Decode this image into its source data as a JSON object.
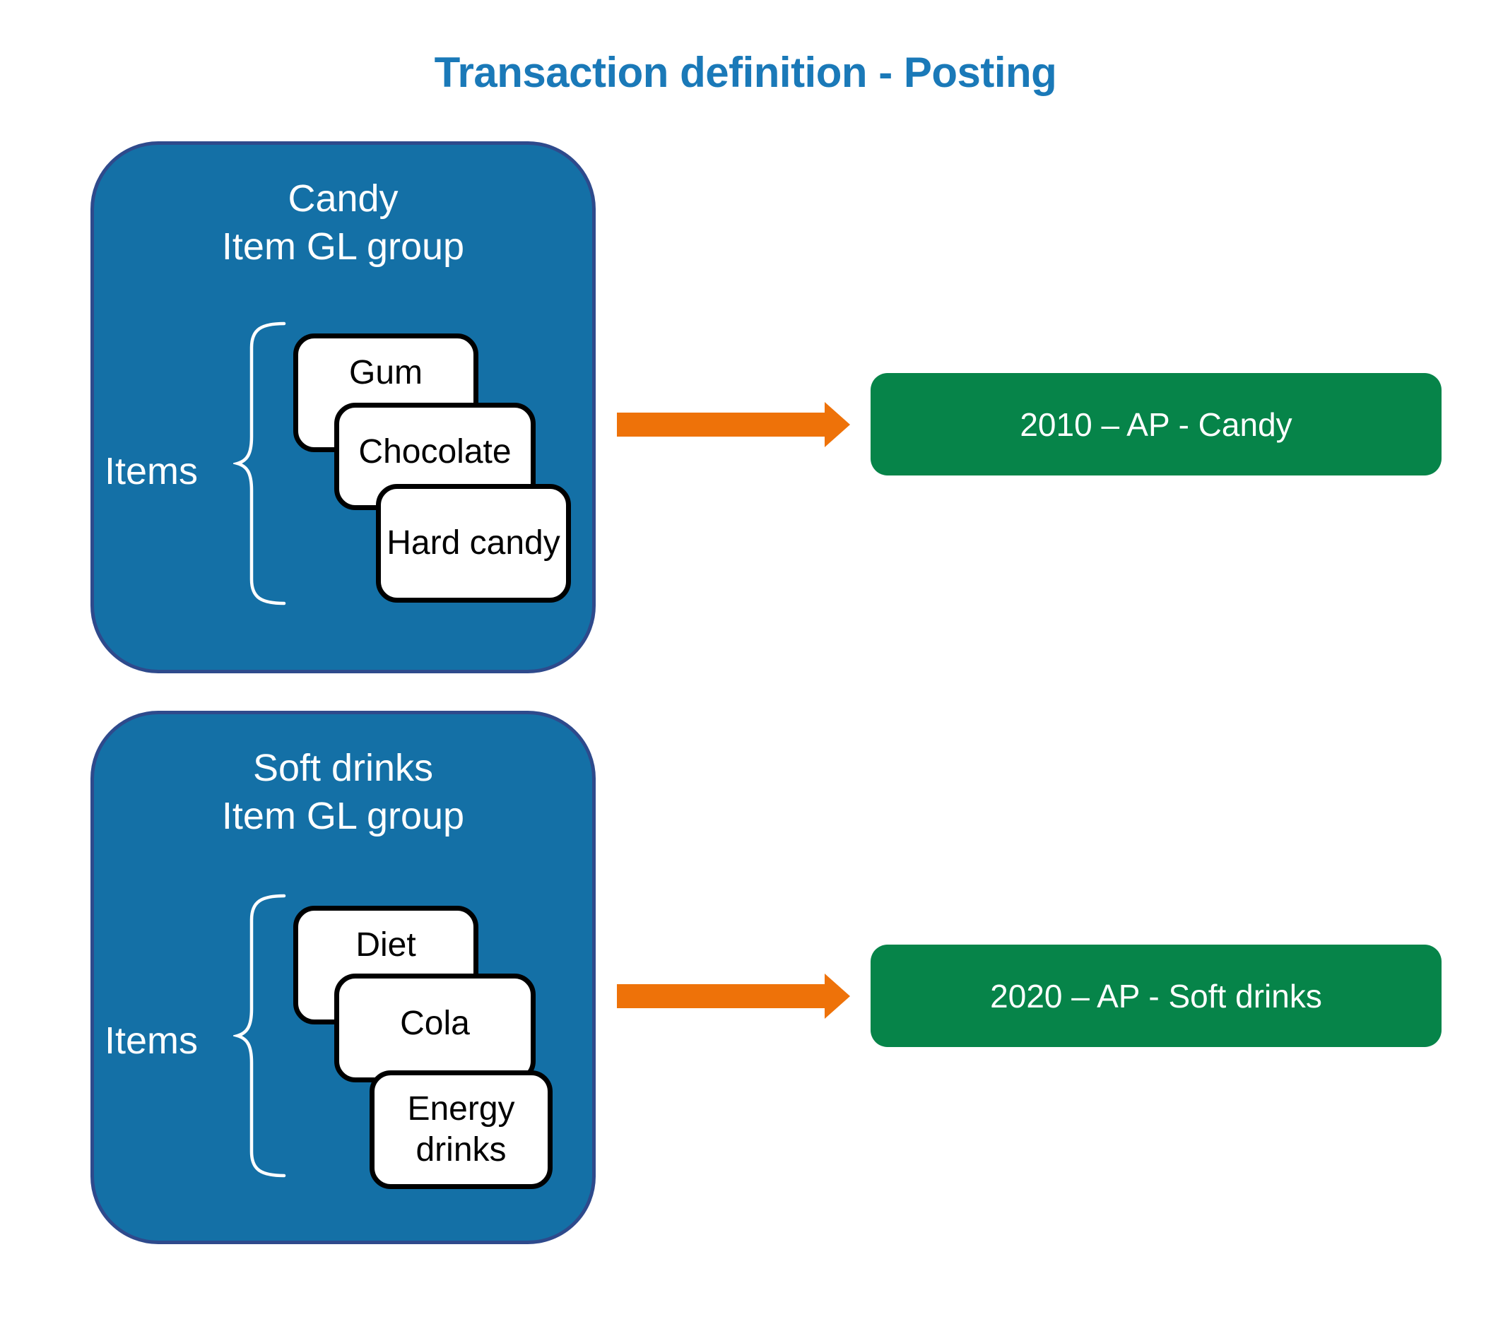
{
  "title": {
    "text": "Transaction definition - Posting"
  },
  "groups": [
    {
      "title_line1": "Candy",
      "title_line2": "Item GL group",
      "items_label": "Items",
      "items": [
        "Gum",
        "Chocolate",
        "Hard candy"
      ],
      "account": "2010 – AP - Candy"
    },
    {
      "title_line1": "Soft drinks",
      "title_line2": "Item GL group",
      "items_label": "Items",
      "items": [
        "Diet",
        "Cola",
        "Energy drinks"
      ],
      "account": "2020 – AP - Soft drinks"
    }
  ],
  "colors": {
    "title_blue": "#1A79B8",
    "box_blue": "#1470A6",
    "box_border": "#2E4A8C",
    "green": "#068449",
    "arrow_orange": "#EE7209",
    "card_border": "#000000"
  }
}
